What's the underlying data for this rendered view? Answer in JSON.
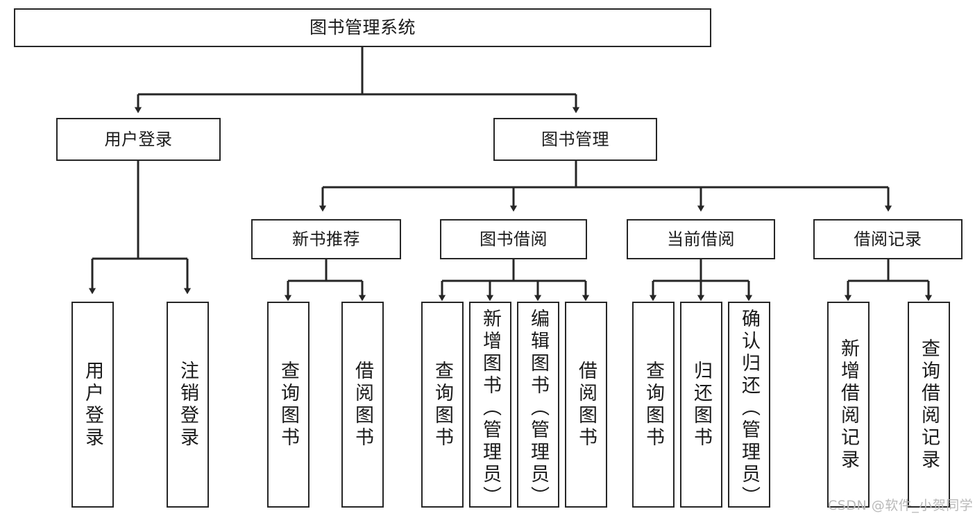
{
  "diagram": {
    "title": "图书管理系统",
    "watermark": "CSDN @软件_小贺同学",
    "colors": {
      "box_border": "#262626",
      "box_fill": "#ffffff",
      "edge": "#262626",
      "text": "#1a1a1a",
      "watermark": "#b9b9b9",
      "background": "#ffffff"
    },
    "root": {
      "label": "图书管理系统"
    },
    "level2": [
      {
        "label": "用户登录"
      },
      {
        "label": "图书管理"
      }
    ],
    "level3": [
      {
        "label": "新书推荐"
      },
      {
        "label": "图书借阅"
      },
      {
        "label": "当前借阅"
      },
      {
        "label": "借阅记录"
      }
    ],
    "leaves": {
      "user_login": [
        {
          "label": "用户登录"
        },
        {
          "label": "注销登录"
        }
      ],
      "new_book": [
        {
          "label": "查询图书"
        },
        {
          "label": "借阅图书"
        }
      ],
      "book_borrow": [
        {
          "label": "查询图书"
        },
        {
          "label": "新增图书（管理员）"
        },
        {
          "label": "编辑图书（管理员）"
        },
        {
          "label": "借阅图书"
        }
      ],
      "current_borrow": [
        {
          "label": "查询图书"
        },
        {
          "label": "归还图书"
        },
        {
          "label": "确认归还（管理员）"
        }
      ],
      "borrow_record": [
        {
          "label": "新增借阅记录"
        },
        {
          "label": "查询借阅记录"
        }
      ]
    }
  },
  "chart_data": {
    "type": "table",
    "title": "图书管理系统 功能结构图",
    "nodes": [
      {
        "id": "root",
        "label": "图书管理系统",
        "level": 1,
        "parent": null
      },
      {
        "id": "n2_1",
        "label": "用户登录",
        "level": 2,
        "parent": "root"
      },
      {
        "id": "n2_2",
        "label": "图书管理",
        "level": 2,
        "parent": "root"
      },
      {
        "id": "n3_1",
        "label": "新书推荐",
        "level": 3,
        "parent": "n2_2"
      },
      {
        "id": "n3_2",
        "label": "图书借阅",
        "level": 3,
        "parent": "n2_2"
      },
      {
        "id": "n3_3",
        "label": "当前借阅",
        "level": 3,
        "parent": "n2_2"
      },
      {
        "id": "n3_4",
        "label": "借阅记录",
        "level": 3,
        "parent": "n2_2"
      },
      {
        "id": "l1",
        "label": "用户登录",
        "level": 4,
        "parent": "n2_1"
      },
      {
        "id": "l2",
        "label": "注销登录",
        "level": 4,
        "parent": "n2_1"
      },
      {
        "id": "l3",
        "label": "查询图书",
        "level": 4,
        "parent": "n3_1"
      },
      {
        "id": "l4",
        "label": "借阅图书",
        "level": 4,
        "parent": "n3_1"
      },
      {
        "id": "l5",
        "label": "查询图书",
        "level": 4,
        "parent": "n3_2"
      },
      {
        "id": "l6",
        "label": "新增图书（管理员）",
        "level": 4,
        "parent": "n3_2"
      },
      {
        "id": "l7",
        "label": "编辑图书（管理员）",
        "level": 4,
        "parent": "n3_2"
      },
      {
        "id": "l8",
        "label": "借阅图书",
        "level": 4,
        "parent": "n3_2"
      },
      {
        "id": "l9",
        "label": "查询图书",
        "level": 4,
        "parent": "n3_3"
      },
      {
        "id": "l10",
        "label": "归还图书",
        "level": 4,
        "parent": "n3_3"
      },
      {
        "id": "l11",
        "label": "确认归还（管理员）",
        "level": 4,
        "parent": "n3_3"
      },
      {
        "id": "l12",
        "label": "新增借阅记录",
        "level": 4,
        "parent": "n3_4"
      },
      {
        "id": "l13",
        "label": "查询借阅记录",
        "level": 4,
        "parent": "n3_4"
      }
    ]
  }
}
